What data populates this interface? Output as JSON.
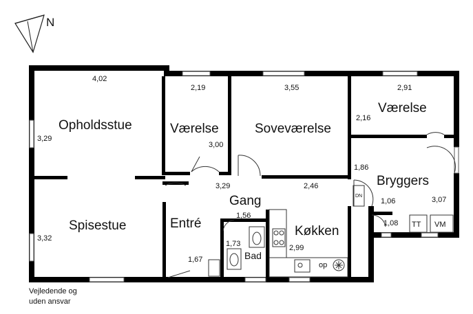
{
  "compass": {
    "label": "N"
  },
  "rooms": {
    "opholdsstue": "Opholdsstue",
    "vaerelse_1": "Værelse",
    "sovevaerelse": "Soveværelse",
    "vaerelse_2": "Værelse",
    "bryggers": "Bryggers",
    "gang": "Gang",
    "spisestue": "Spisestue",
    "entre": "Entré",
    "koekken": "Køkken",
    "bad": "Bad"
  },
  "dimensions": {
    "ophold_width": "4,02",
    "ophold_depth": "3,29",
    "vaer1_width": "2,19",
    "vaer1_depth": "3,00",
    "sove_width": "3,55",
    "vaer2_width": "2,91",
    "vaer2_depth": "2,16",
    "bryggers_depth": "1,86",
    "gang_width": "3,29",
    "gang_length": "2,46",
    "bryggers_width": "3,07",
    "closet_width": "1,06",
    "closet_depth": "1,08",
    "entre_width": "1,56",
    "bad_depth": "1,73",
    "entre_depth": "1,67",
    "koekken_depth": "2,99",
    "spise_depth": "3,32"
  },
  "fixtures": {
    "dn": "DN",
    "tt": "TT",
    "vm": "VM",
    "op": "op"
  },
  "disclaimer": {
    "line1": "Vejledende og",
    "line2": "uden ansvar"
  }
}
